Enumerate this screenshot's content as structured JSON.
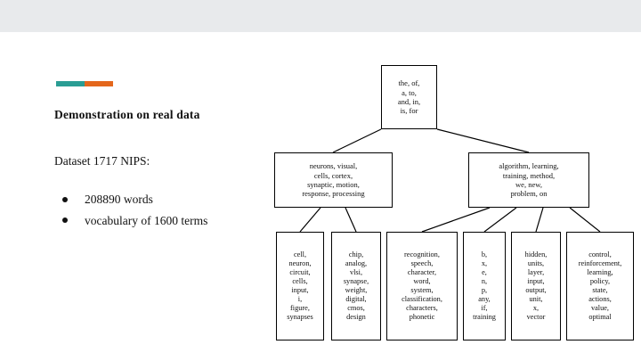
{
  "slide": {
    "headline": "Demonstration on real data",
    "subhead": "Dataset 1717 NIPS:",
    "bullets": [
      "208890 words",
      "vocabulary of 1600 terms"
    ],
    "accent": {
      "teal": "#2a9d94",
      "orange": "#e4671c"
    },
    "top_band_color": "#e8eaec"
  },
  "diagram": {
    "type": "topic-tree",
    "root": {
      "label": "the, of,\na, to,\nand, in,\nis, for",
      "terms": [
        "the",
        "of",
        "a",
        "to",
        "and",
        "in",
        "is",
        "for"
      ]
    },
    "mid": [
      {
        "label": "neurons, visual,\ncells, cortex,\nsynaptic, motion,\nresponse, processing",
        "terms": [
          "neurons",
          "visual",
          "cells",
          "cortex",
          "synaptic",
          "motion",
          "response",
          "processing"
        ]
      },
      {
        "label": "algorithm, learning,\ntraining, method,\nwe, new,\nproblem, on",
        "terms": [
          "algorithm",
          "learning",
          "training",
          "method",
          "we",
          "new",
          "problem",
          "on"
        ]
      }
    ],
    "leaves": [
      {
        "label": "cell,\nneuron,\ncircuit,\ncells,\ninput,\ni,\nfigure,\nsynapses",
        "terms": [
          "cell",
          "neuron",
          "circuit",
          "cells",
          "input",
          "i",
          "figure",
          "synapses"
        ]
      },
      {
        "label": "chip,\nanalog,\nvlsi,\nsynapse,\nweight,\ndigital,\ncmos,\ndesign",
        "terms": [
          "chip",
          "analog",
          "vlsi",
          "synapse",
          "weight",
          "digital",
          "cmos",
          "design"
        ]
      },
      {
        "label": "recognition,\nspeech,\ncharacter,\nword,\nsystem,\nclassification,\ncharacters,\nphonetic",
        "terms": [
          "recognition",
          "speech",
          "character",
          "word",
          "system",
          "classification",
          "characters",
          "phonetic"
        ]
      },
      {
        "label": "b,\nx,\ne,\nn,\np,\nany,\nif,\ntraining",
        "terms": [
          "b",
          "x",
          "e",
          "n",
          "p",
          "any",
          "if",
          "training"
        ]
      },
      {
        "label": "hidden,\nunits,\nlayer,\ninput,\noutput,\nunit,\nx,\nvector",
        "terms": [
          "hidden",
          "units",
          "layer",
          "input",
          "output",
          "unit",
          "x",
          "vector"
        ]
      },
      {
        "label": "control,\nreinforcement,\nlearning,\npolicy,\nstate,\nactions,\nvalue,\noptimal",
        "terms": [
          "control",
          "reinforcement",
          "learning",
          "policy",
          "state",
          "actions",
          "value",
          "optimal"
        ]
      }
    ]
  }
}
